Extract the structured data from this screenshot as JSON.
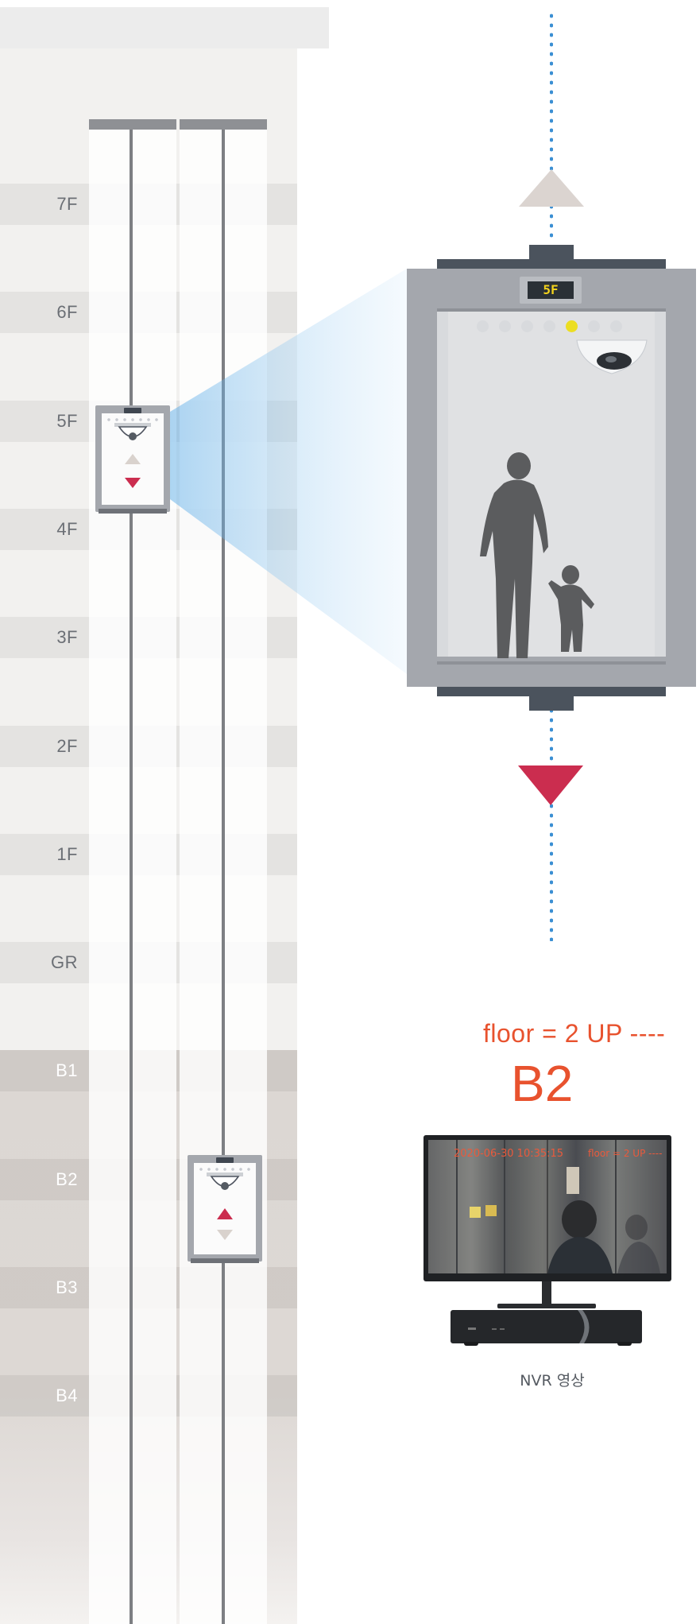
{
  "floors": [
    {
      "label": "7F",
      "basement": false
    },
    {
      "label": "6F",
      "basement": false
    },
    {
      "label": "5F",
      "basement": false
    },
    {
      "label": "4F",
      "basement": false
    },
    {
      "label": "3F",
      "basement": false
    },
    {
      "label": "2F",
      "basement": false
    },
    {
      "label": "1F",
      "basement": false
    },
    {
      "label": "GR",
      "basement": false
    },
    {
      "label": "B1",
      "basement": true
    },
    {
      "label": "B2",
      "basement": true
    },
    {
      "label": "B3",
      "basement": true
    },
    {
      "label": "B4",
      "basement": true
    }
  ],
  "elevator_1": {
    "floor": "5F",
    "direction": "down"
  },
  "elevator_2": {
    "floor": "B2",
    "direction": "up"
  },
  "cabin": {
    "display": "5F",
    "indicator_count": 7,
    "lit_indicator": 5
  },
  "status": {
    "text": "floor = 2 UP ----",
    "floor": "B2"
  },
  "monitor": {
    "timestamp": "2020-06-30 10:35:15",
    "overlay": "floor = 2 UP ----"
  },
  "caption": "NVR 영상",
  "colors": {
    "accent": "#e8522e",
    "down_arrow": "#cb2d4f",
    "up_arrow_inactive": "#dbd4d0",
    "dotted_line": "#3b8fd3",
    "floor_display_text": "#f3d21c",
    "indicator_lit": "#ecde22"
  }
}
